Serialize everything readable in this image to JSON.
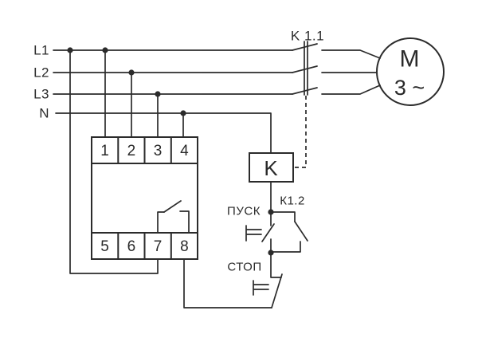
{
  "colors": {
    "line": "#2b2b2b",
    "background": "#ffffff",
    "text": "#2a2a2a"
  },
  "power_lines": {
    "labels": [
      "L1",
      "L2",
      "L3",
      "N"
    ]
  },
  "device": {
    "terminals_top": [
      "1",
      "2",
      "3",
      "4"
    ],
    "terminals_bottom": [
      "5",
      "6",
      "7",
      "8"
    ]
  },
  "contactor": {
    "coil_label": "K",
    "main_contact_label": "K 1.1",
    "aux_contact_label": "К1.2"
  },
  "motor": {
    "letter": "M",
    "phase": "3 ~"
  },
  "buttons": {
    "start_label": "ПУСК",
    "stop_label": "СТОП"
  }
}
